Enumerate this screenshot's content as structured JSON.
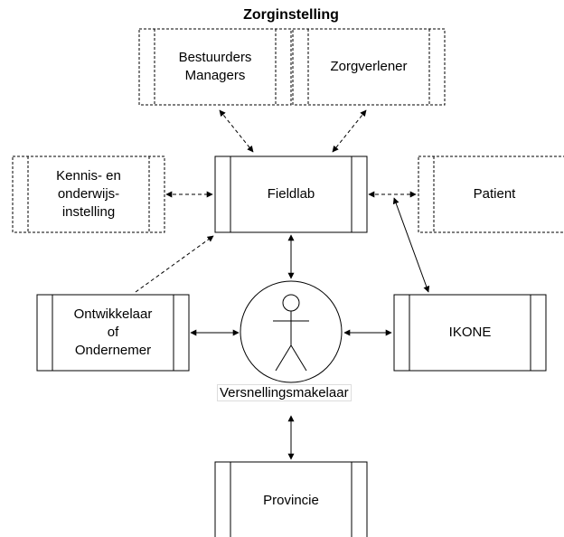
{
  "group_title": "Zorginstelling",
  "nodes": {
    "bestuurders": "Bestuurders\nManagers",
    "zorgverlener": "Zorgverlener",
    "kennis": "Kennis- en\nonderwijs-\ninstelling",
    "fieldlab": "Fieldlab",
    "patient": "Patient",
    "ontwikkelaar": "Ontwikkelaar\nof\nOndernemer",
    "ikone": "IKONE",
    "provincie": "Provincie"
  },
  "center_label": "Versnellingsmakelaar"
}
